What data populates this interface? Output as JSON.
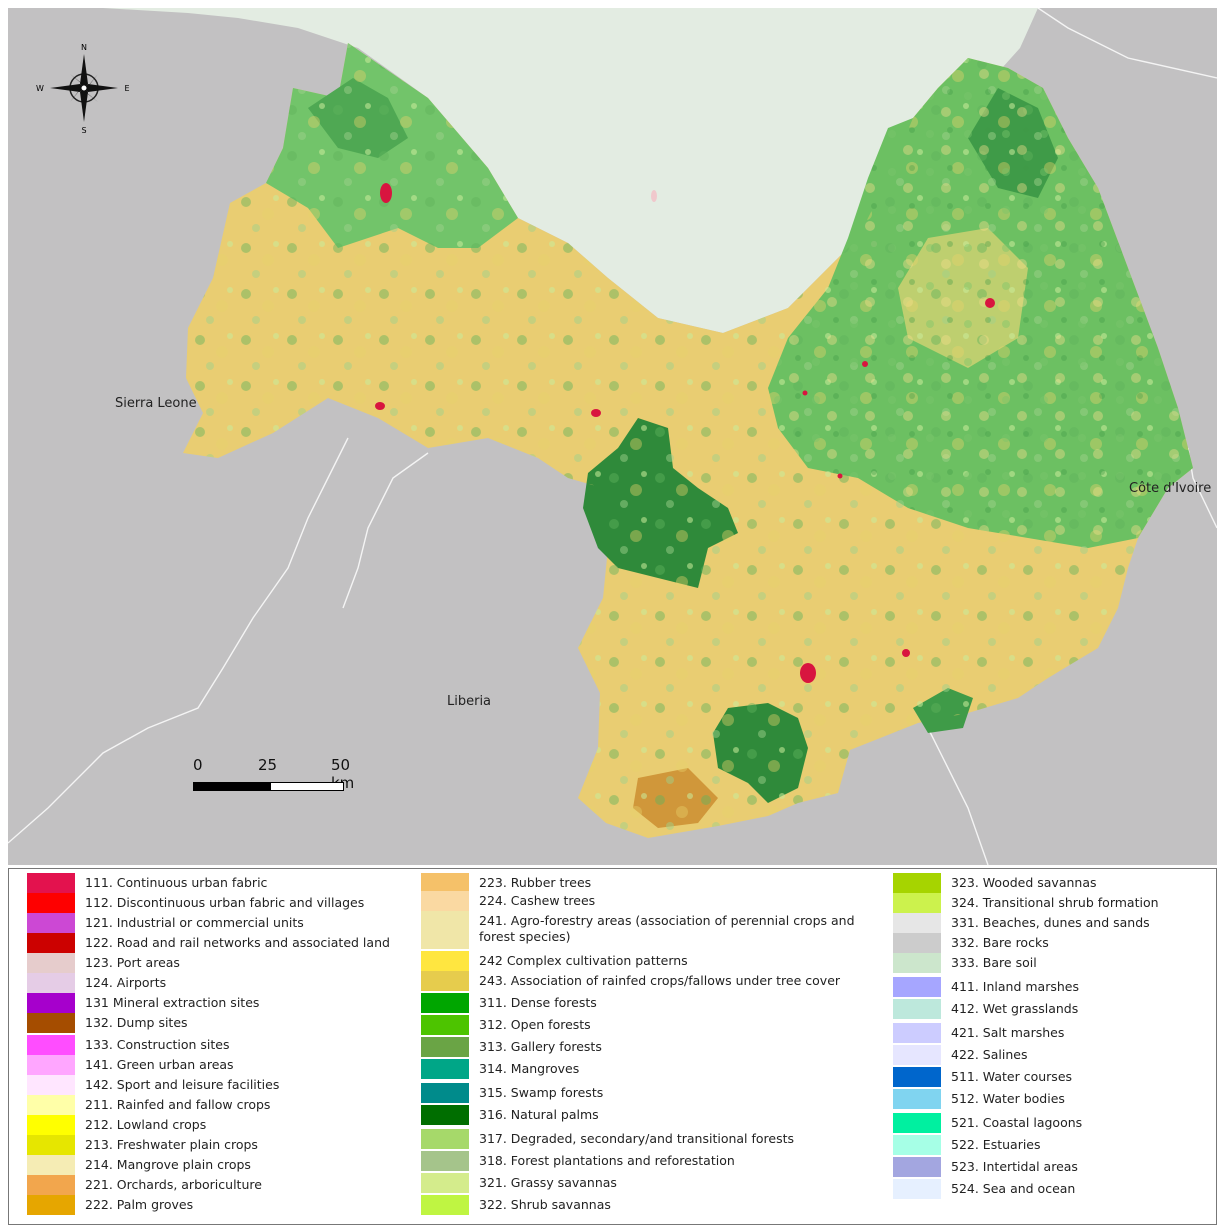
{
  "map": {
    "country_labels": [
      "Sierra Leone",
      "Liberia",
      "Côte d'Ivoire"
    ],
    "compass": {
      "n": "N",
      "s": "S",
      "e": "E",
      "w": "W"
    },
    "scale_bar": {
      "ticks": [
        "0",
        "25",
        "50 km"
      ]
    },
    "colors": {
      "background_country": "#c2c1c2",
      "guinea_north": "#e3ece2",
      "border": "#ffffff"
    }
  },
  "legend": {
    "columns": [
      [
        {
          "code": "111. Continuous urban fabric",
          "color": "#e3124e"
        },
        {
          "code": "112. Discontinuous urban fabric and villages",
          "color": "#fe0000"
        },
        {
          "code": "121. Industrial or commercial units",
          "color": "#cc48d4"
        },
        {
          "code": "122. Road and rail networks and associated land",
          "color": "#cc0100"
        },
        {
          "code": "123. Port areas",
          "color": "#e6cccc"
        },
        {
          "code": "124. Airports",
          "color": "#e5cce6"
        },
        {
          "code": "131 Mineral extraction sites",
          "color": "#a600cc"
        },
        {
          "code": "132. Dump sites",
          "color": "#a54d00"
        },
        {
          "code": "133. Construction sites",
          "color": "#ff4dff"
        },
        {
          "code": "141. Green urban areas",
          "color": "#ffa6ff"
        },
        {
          "code": "142. Sport and leisure facilities",
          "color": "#ffe6ff"
        },
        {
          "code": "211. Rainfed and fallow crops",
          "color": "#ffffa8"
        },
        {
          "code": "212. Lowland crops",
          "color": "#ffff00"
        },
        {
          "code": "213. Freshwater plain crops",
          "color": "#e6e600"
        },
        {
          "code": "214.  Mangrove plain crops",
          "color": "#f5ecb4"
        },
        {
          "code": "221. Orchards, arboriculture",
          "color": "#f2a64d"
        },
        {
          "code": "222. Palm groves",
          "color": "#e6a600"
        }
      ],
      [
        {
          "code": "223. Rubber trees",
          "color": "#f5c169"
        },
        {
          "code": "224. Cashew trees",
          "color": "#fad9a2"
        },
        {
          "code": "241. Agro-forestry areas (association of perennial crops and forest species)",
          "color": "#f0e6a8",
          "wrap": true
        },
        {
          "code": "242 Complex cultivation patterns",
          "color": "#ffe640"
        },
        {
          "code": "243. Association of rainfed crops/fallows under tree cover",
          "color": "#e6cc4d"
        },
        {
          "code": "311. Dense forests",
          "color": "#00a600"
        },
        {
          "code": "312. Open forests",
          "color": "#4dc400"
        },
        {
          "code": "313. Gallery forests",
          "color": "#6aa445"
        },
        {
          "code": "314. Mangroves",
          "color": "#00a687"
        },
        {
          "code": "315. Swamp forests",
          "color": "#008b8b"
        },
        {
          "code": "316. Natural palms",
          "color": "#006e00"
        },
        {
          "code": "317. Degraded, secondary/and transitional forests",
          "color": "#a6d96a"
        },
        {
          "code": "318. Forest plantations and reforestation",
          "color": "#a5c48b"
        },
        {
          "code": "321. Grassy savannas",
          "color": "#d4ec8c"
        },
        {
          "code": "322. Shrub savannas",
          "color": "#bff542"
        }
      ],
      [
        {
          "code": "323. Wooded savannas",
          "color": "#a6d400"
        },
        {
          "code": "324. Transitional shrub formation",
          "color": "#ccf24d"
        },
        {
          "code": "331. Beaches, dunes and sands",
          "color": "#e6e6e6"
        },
        {
          "code": "332. Bare rocks",
          "color": "#cccccc"
        },
        {
          "code": "333. Bare soil",
          "color": "#cce6cc"
        },
        {
          "code": "411. Inland marshes",
          "color": "#a6a6ff"
        },
        {
          "code": "412. Wet grasslands",
          "color": "#bde8dc"
        },
        {
          "code": "421. Salt marshes",
          "color": "#ccccff"
        },
        {
          "code": "422. Salines",
          "color": "#e6e6ff"
        },
        {
          "code": "511. Water courses",
          "color": "#0066cc"
        },
        {
          "code": "512. Water bodies",
          "color": "#80d4f0"
        },
        {
          "code": "521. Coastal lagoons",
          "color": "#00f0a0"
        },
        {
          "code": "522. Estuaries",
          "color": "#a6ffe6"
        },
        {
          "code": "523. Intertidal areas",
          "color": "#a3a6e0"
        },
        {
          "code": "524. Sea and ocean",
          "color": "#e6f0ff"
        }
      ]
    ]
  }
}
